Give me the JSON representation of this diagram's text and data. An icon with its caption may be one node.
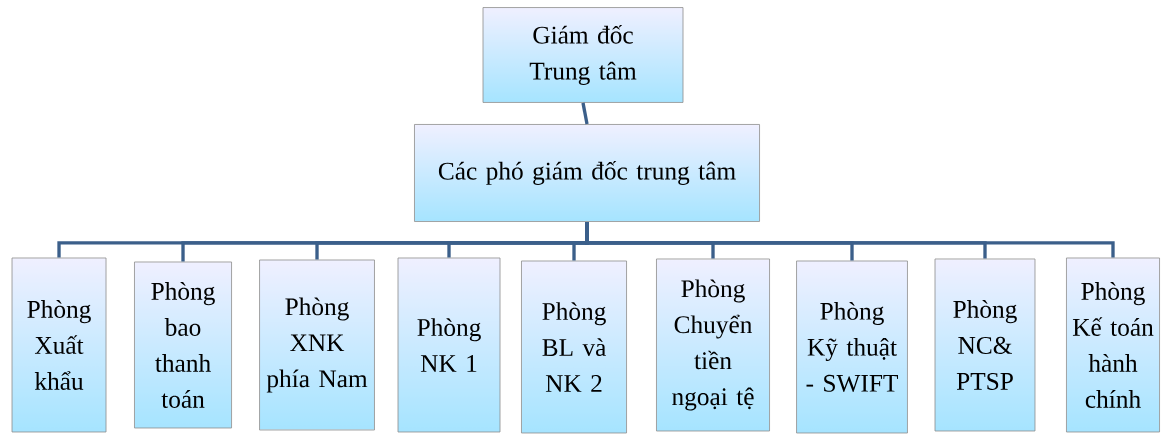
{
  "diagram": {
    "nodes": [
      {
        "text": [
          "Giám đốc Trung tâm"
        ]
      },
      {
        "text": [
          "Các phó giám đốc trung tâm"
        ]
      },
      {
        "text": [
          "Phòng Xuất khẩu"
        ]
      },
      {
        "text": [
          "Phòng bao thanh toán"
        ]
      },
      {
        "text": [
          "Phòng XNK phía Nam"
        ]
      },
      {
        "text": [
          "Phòng NK 1"
        ]
      },
      {
        "text": [
          "Phòng BL và NK 2"
        ]
      },
      {
        "text": [
          "Phòng Chuyển tiền ngoại tệ"
        ]
      },
      {
        "text": [
          "Phòng Kỹ thuật - SWIFT"
        ]
      },
      {
        "text": [
          "Phòng NC& PTSP"
        ]
      },
      {
        "text": [
          "Phòng Kế toán hành chính"
        ]
      }
    ],
    "edges": [
      {
        "from": 0,
        "to": 1,
        "arrow": "none"
      },
      {
        "from": 1,
        "to": 2,
        "arrow": "none"
      },
      {
        "from": 1,
        "to": 3,
        "arrow": "none"
      },
      {
        "from": 1,
        "to": 4,
        "arrow": "none"
      },
      {
        "from": 1,
        "to": 5,
        "arrow": "none"
      },
      {
        "from": 1,
        "to": 6,
        "arrow": "none"
      },
      {
        "from": 1,
        "to": 7,
        "arrow": "none"
      },
      {
        "from": 1,
        "to": 8,
        "arrow": "none"
      },
      {
        "from": 1,
        "to": 9,
        "arrow": "none"
      },
      {
        "from": 1,
        "to": 10,
        "arrow": "none"
      }
    ]
  }
}
